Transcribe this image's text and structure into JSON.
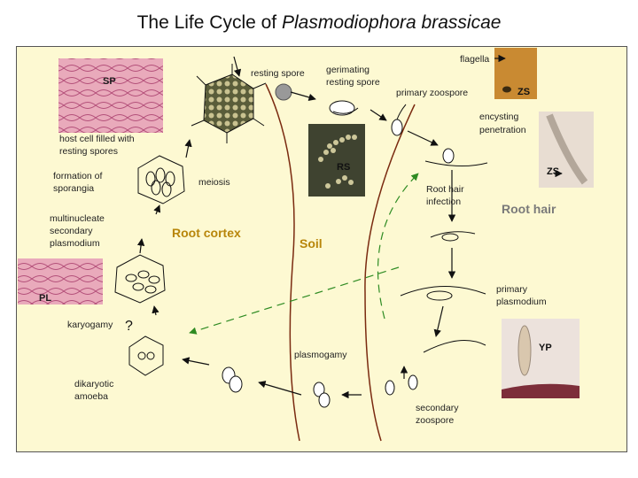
{
  "title": {
    "prefix": "The Life Cycle of ",
    "species": "Plasmodiophora brassicae"
  },
  "zones": {
    "root_cortex": "Root cortex",
    "soil": "Soil",
    "root_hair": "Root hair"
  },
  "photos": {
    "sp": "SP",
    "rs": "RS",
    "zs_top": "ZS",
    "zs_right": "ZS",
    "pl": "PL",
    "yp": "YP"
  },
  "labels": {
    "resting_spore": "resting spore",
    "germinating_line1": "gerimating",
    "germinating_line2": "resting spore",
    "primary_zoospore": "primary zoospore",
    "flagella": "flagella",
    "encysting_line1": "encysting",
    "encysting_line2": "penetration",
    "host_cell_line1": "host cell filled with",
    "host_cell_line2": "resting spores",
    "formation_line1": "formation of",
    "formation_line2": "sporangia",
    "meiosis": "meiosis",
    "multinucleate_line1": "multinucleate",
    "multinucleate_line2": "secondary",
    "multinucleate_line3": "plasmodium",
    "root_hair_infection_line1": "Root hair",
    "root_hair_infection_line2": "infection",
    "primary_plasmodium_line1": "primary",
    "primary_plasmodium_line2": "plasmodium",
    "karyogamy": "karyogamy",
    "question": "?",
    "plasmogamy": "plasmogamy",
    "dikaryotic_line1": "dikaryotic",
    "dikaryotic_line2": "amoeba",
    "secondary_line1": "secondary",
    "secondary_line2": "zoospore"
  },
  "colors": {
    "zone_label": "#b8860b",
    "root_hair_label": "#7a7a7a",
    "boundary": "#7a2a10",
    "dashed_arrow": "#2e8b22"
  }
}
